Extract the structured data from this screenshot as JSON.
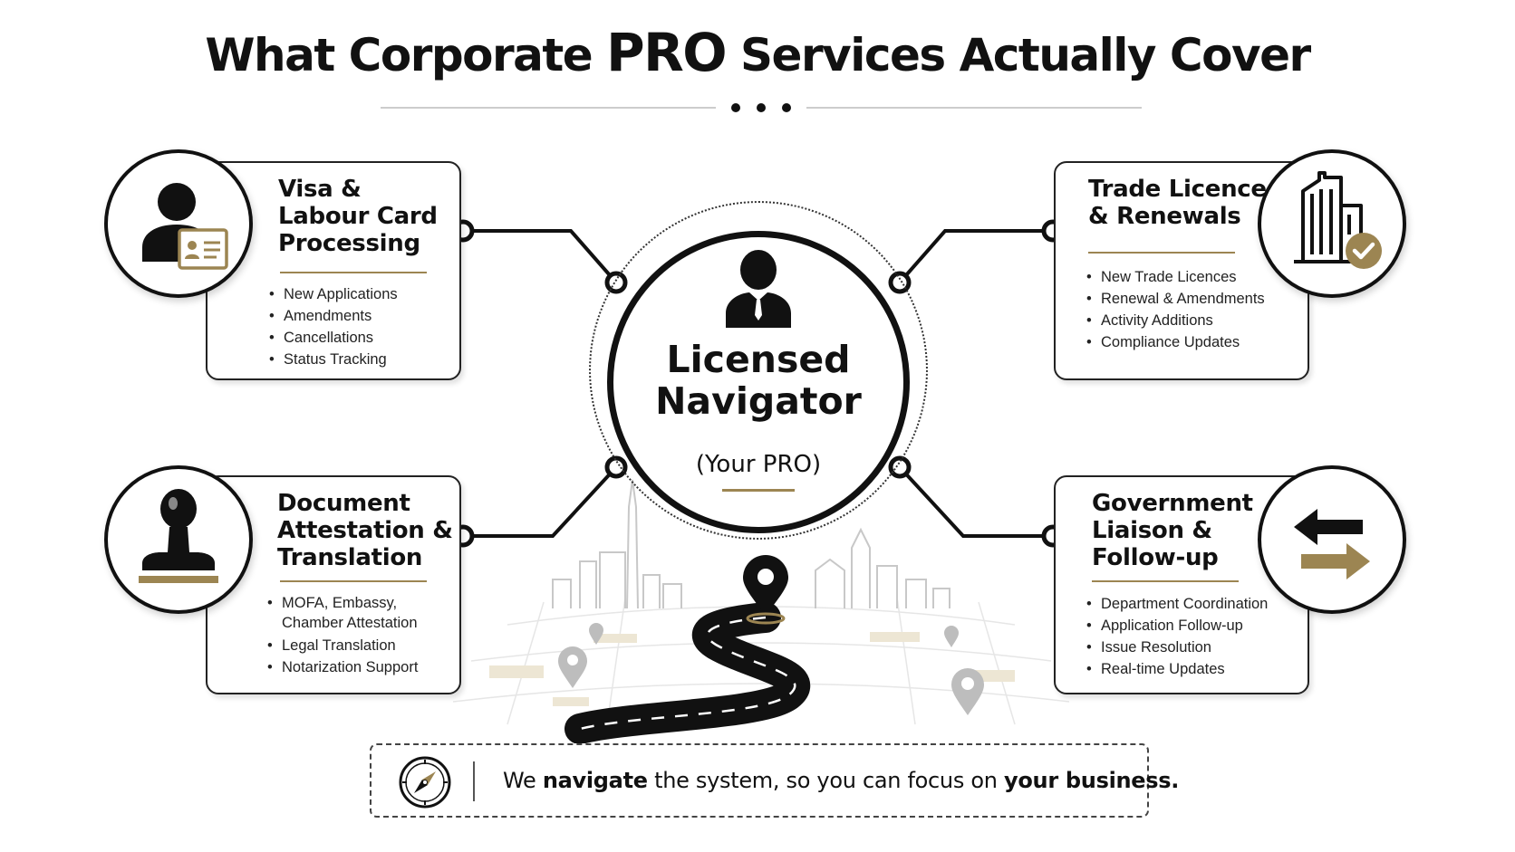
{
  "title": {
    "before": "What Corporate",
    "emphasis": "PRO",
    "after": "Services Actually Cover"
  },
  "hub": {
    "title_line1": "Licensed",
    "title_line2": "Navigator",
    "subtitle": "(Your PRO)"
  },
  "services": [
    {
      "title_lines": [
        "Visa &",
        "Labour Card",
        "Processing"
      ],
      "icon": "id-card-person-icon",
      "items": [
        "New Applications",
        "Amendments",
        "Cancellations",
        "Status Tracking"
      ]
    },
    {
      "title_lines": [
        "Trade Licence",
        "& Renewals"
      ],
      "icon": "office-building-check-icon",
      "items": [
        "New Trade Licences",
        "Renewal & Amendments",
        "Activity Additions",
        "Compliance Updates"
      ]
    },
    {
      "title_lines": [
        "Document",
        "Attestation &",
        "Translation"
      ],
      "icon": "rubber-stamp-icon",
      "items": [
        "MOFA, Embassy,\nChamber Attestation",
        "Legal Translation",
        "Notarization Support"
      ]
    },
    {
      "title_lines": [
        "Government",
        "Liaison &",
        "Follow-up"
      ],
      "icon": "swap-arrows-icon",
      "items": [
        "Department Coordination",
        "Application Follow-up",
        "Issue Resolution",
        "Real-time Updates"
      ]
    }
  ],
  "footer": {
    "icon": "compass-icon",
    "part1": "We",
    "bold1": "navigate",
    "part2": "the system, so you can focus on",
    "bold2": "your business."
  },
  "colors": {
    "ink": "#111111",
    "accent_gold": "#9c8552",
    "light_gray": "#cccccc"
  }
}
